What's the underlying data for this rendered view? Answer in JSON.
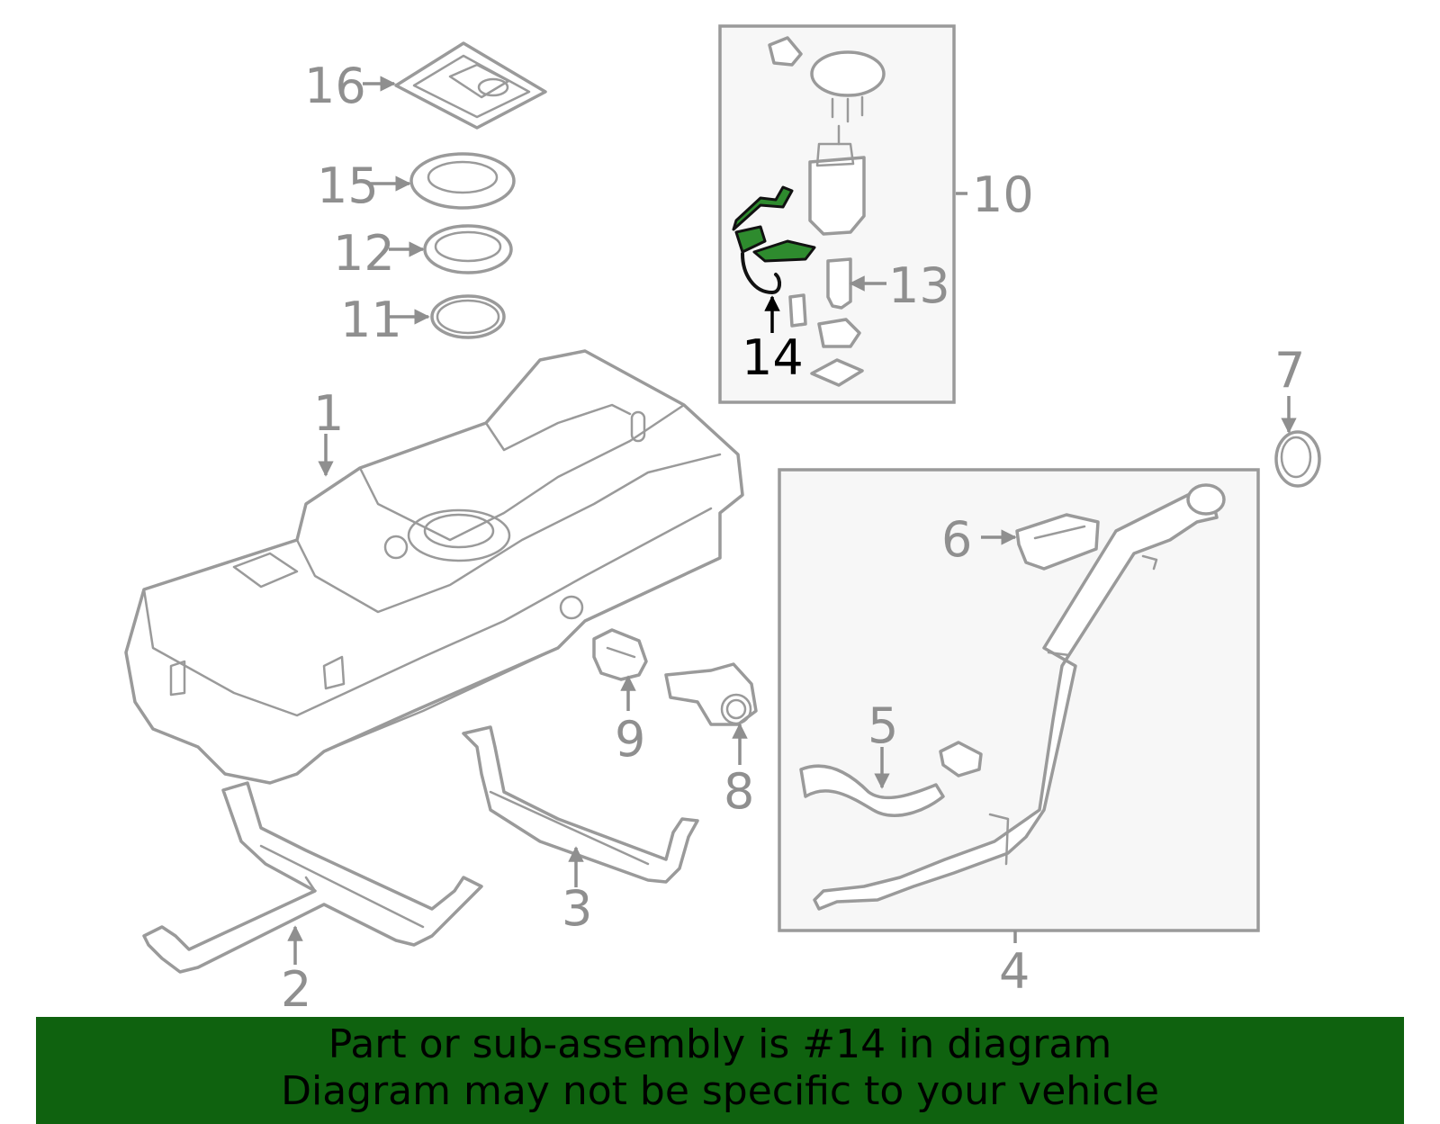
{
  "callouts": {
    "c1": "1",
    "c2": "2",
    "c3": "3",
    "c4": "4",
    "c5": "5",
    "c6": "6",
    "c7": "7",
    "c8": "8",
    "c9": "9",
    "c10": "10",
    "c11": "11",
    "c12": "12",
    "c13": "13",
    "c14": "14",
    "c15": "15",
    "c16": "16"
  },
  "highlighted_part": "14",
  "colors": {
    "highlight_part": "#2e8b2e",
    "banner_bg": "#0f620f",
    "banner_text": "#000000",
    "callout_text": "#8f8f8f",
    "line_art": "#9a9a9a"
  },
  "banner": {
    "line1": "Part or sub-assembly is #14 in diagram",
    "line2": "Diagram may not be specific to your vehicle"
  }
}
